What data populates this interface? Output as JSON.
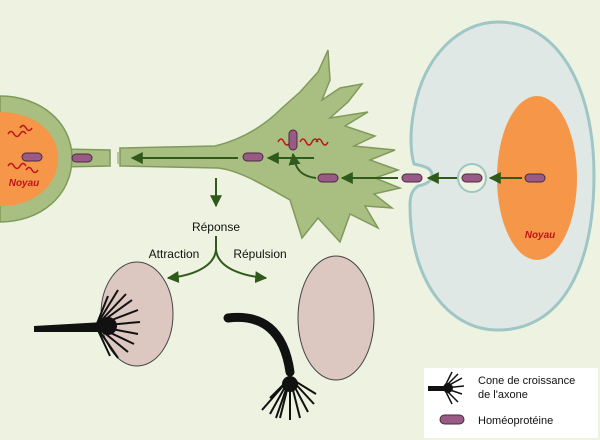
{
  "diagram": {
    "labels": {
      "nucleus_left": "Noyau",
      "nucleus_right": "Noyau",
      "response": "Réponse",
      "attraction": "Attraction",
      "repulsion": "Répulsion"
    },
    "legend": {
      "growth_cone_line1": "Cone de croissance",
      "growth_cone_line2": "de l'axone",
      "homeoprotein": "Homéoprotéine"
    },
    "colors": {
      "background": "#eef3e1",
      "cell_green": "#a9bf82",
      "cell_stroke": "#7f9a5a",
      "nucleus_orange": "#f59648",
      "nucleus_red": "#c0141b",
      "right_cell_fill": "#dfe8e4",
      "right_cell_stroke": "#9fc6c6",
      "target_pink": "#dcc7c1",
      "protein_purple": "#9a5a86",
      "arrow_green": "#2f5a1c"
    }
  }
}
